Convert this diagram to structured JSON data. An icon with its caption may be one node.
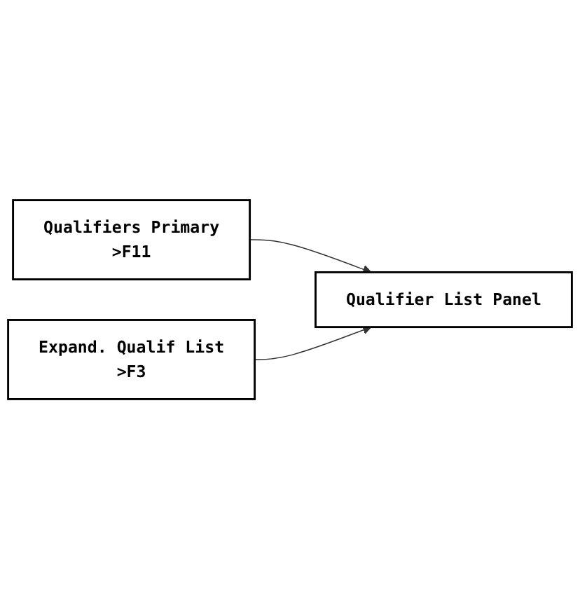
{
  "diagram": {
    "nodes": [
      {
        "text": [
          "Qualifiers Primary",
          ">F11"
        ]
      },
      {
        "text": [
          "Qualifier List Panel"
        ]
      },
      {
        "text": [
          "Expand. Qualif List",
          ">F3"
        ]
      }
    ],
    "edges": [
      {
        "from": 0,
        "to": 1,
        "arrow": "to"
      },
      {
        "from": 2,
        "to": 1,
        "arrow": "to"
      }
    ]
  }
}
